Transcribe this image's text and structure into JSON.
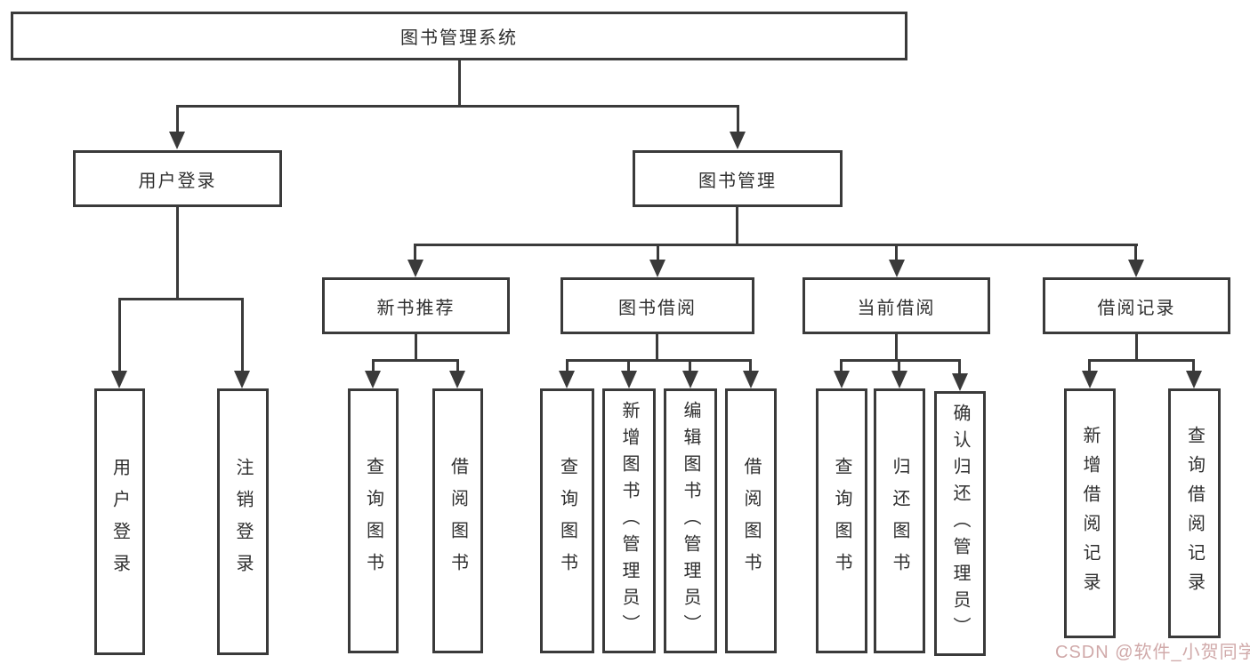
{
  "diagram_type": "hierarchy-tree",
  "colors": {
    "background": "#ffffff",
    "line": "#3a3a3a",
    "text": "#2f2f2f",
    "watermark": "#d0a9a9"
  },
  "tree": {
    "root": "图书管理系统",
    "user_branch": {
      "label": "用户登录",
      "children": [
        "用户登录",
        "注销登录"
      ]
    },
    "book_branch": {
      "label": "图书管理",
      "groups": [
        {
          "label": "新书推荐",
          "children": [
            "查询图书",
            "借阅图书"
          ]
        },
        {
          "label": "图书借阅",
          "children": [
            "查询图书",
            "新增图书（管理员）",
            "编辑图书（管理员）",
            "借阅图书"
          ]
        },
        {
          "label": "当前借阅",
          "children": [
            "查询图书",
            "归还图书",
            "确认归还（管理员）"
          ]
        },
        {
          "label": "借阅记录",
          "children": [
            "新增借阅记录",
            "查询借阅记录"
          ]
        }
      ]
    }
  },
  "watermark": {
    "text": "CSDN @软件_小贺同学"
  }
}
